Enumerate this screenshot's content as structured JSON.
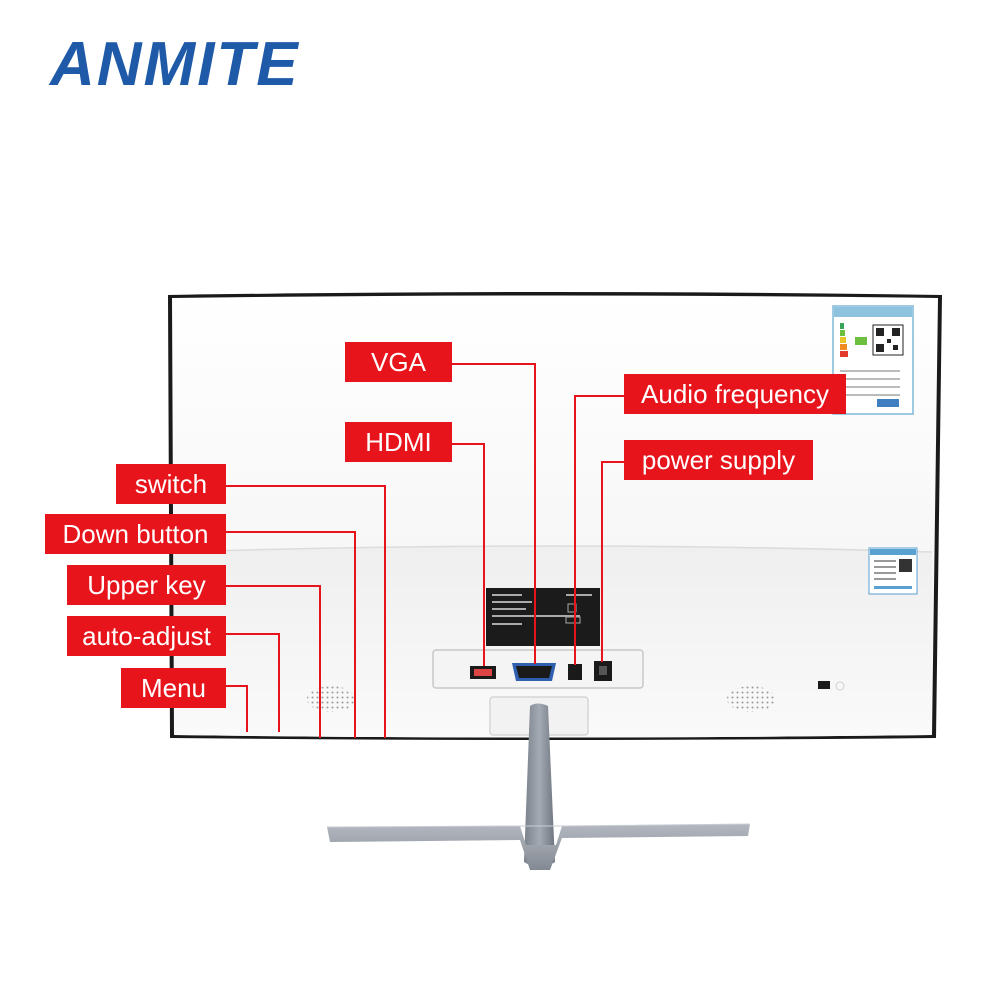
{
  "brand": {
    "logo_text": "ANMITE",
    "color": "#1f5aa8"
  },
  "product": {
    "bezel_color": "#1a1a1a",
    "body_color": "#f7f7f7",
    "stand_color": "#8e949e"
  },
  "callouts": {
    "accent_color": "#e8141b",
    "vga": "VGA",
    "hdmi": "HDMI",
    "audio": "Audio frequency",
    "power": "power supply",
    "switch": "switch",
    "down": "Down button",
    "upper": "Upper key",
    "auto": "auto-adjust",
    "menu": "Menu"
  }
}
